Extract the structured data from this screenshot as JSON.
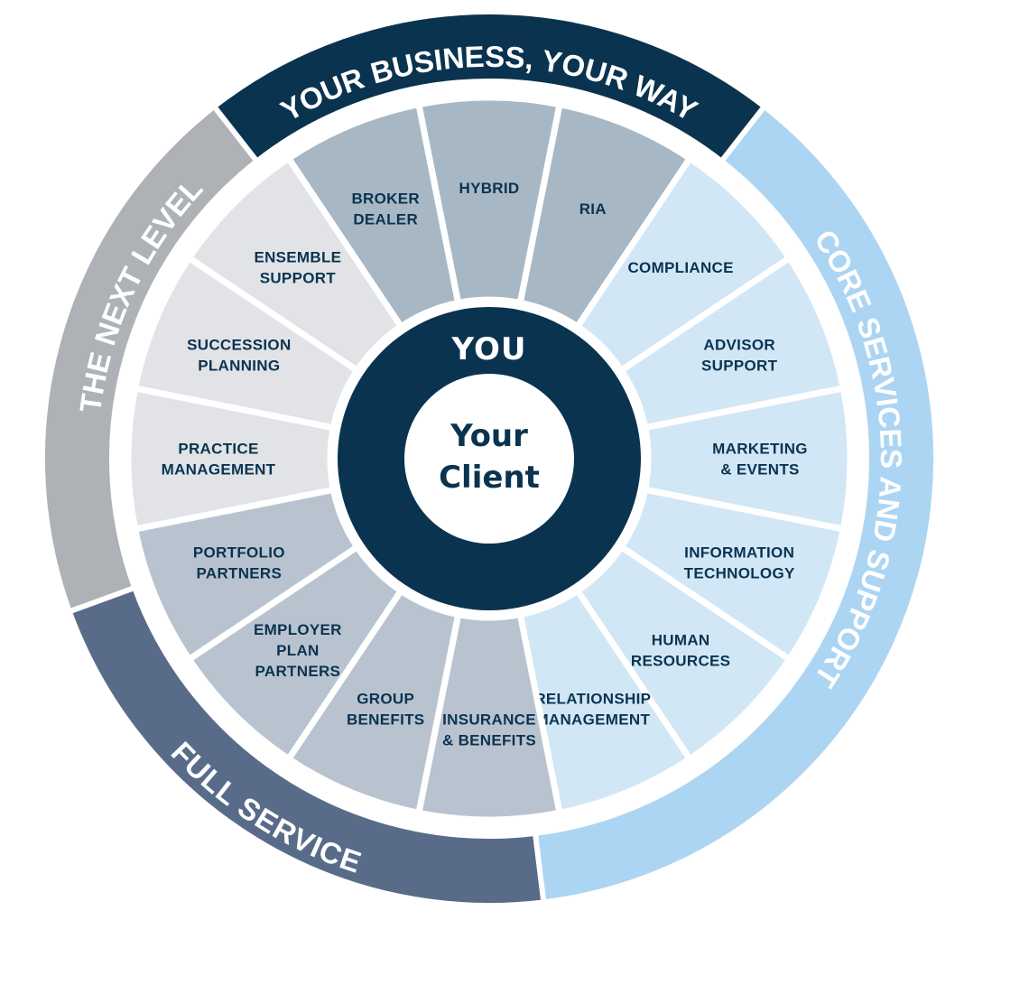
{
  "center": {
    "you": "YOU",
    "client_line1": "Your",
    "client_line2": "Client"
  },
  "arcs": {
    "top": "YOUR BUSINESS, YOUR WAY",
    "right": "CORE SERVICES AND SUPPORT",
    "bottom": "FULL SERVICE",
    "left": "THE NEXT LEVEL"
  },
  "colors": {
    "navy": "#0a3350",
    "top_seg": "#a7b8c4",
    "core_seg": "#d2e7f6",
    "core_ring": "#acd5f3",
    "full_seg": "#b9c3d0",
    "full_ring": "#586c8a",
    "next_seg": "#e1e3e6",
    "next_ring": "#aeb1b6",
    "text": "#0a3350"
  },
  "segments": [
    {
      "group": "top",
      "lines": [
        "BROKER",
        "DEALER"
      ]
    },
    {
      "group": "top",
      "lines": [
        "HYBRID"
      ]
    },
    {
      "group": "top",
      "lines": [
        "RIA"
      ]
    },
    {
      "group": "core",
      "lines": [
        "COMPLIANCE"
      ]
    },
    {
      "group": "core",
      "lines": [
        "ADVISOR",
        "SUPPORT"
      ]
    },
    {
      "group": "core",
      "lines": [
        "MARKETING",
        "& EVENTS"
      ]
    },
    {
      "group": "core",
      "lines": [
        "INFORMATION",
        "TECHNOLOGY"
      ]
    },
    {
      "group": "core",
      "lines": [
        "HUMAN",
        "RESOURCES"
      ]
    },
    {
      "group": "core",
      "lines": [
        "RELATIONSHIP",
        "MANAGEMENT"
      ]
    },
    {
      "group": "full",
      "lines": [
        "INSURANCE",
        "& BENEFITS"
      ]
    },
    {
      "group": "full",
      "lines": [
        "GROUP",
        "BENEFITS"
      ]
    },
    {
      "group": "full",
      "lines": [
        "EMPLOYER",
        "PLAN",
        "PARTNERS"
      ]
    },
    {
      "group": "full",
      "lines": [
        "PORTFOLIO",
        "PARTNERS"
      ]
    },
    {
      "group": "next",
      "lines": [
        "PRACTICE",
        "MANAGEMENT"
      ]
    },
    {
      "group": "next",
      "lines": [
        "SUCCESSION",
        "PLANNING"
      ]
    },
    {
      "group": "next",
      "lines": [
        "ENSEMBLE",
        "SUPPORT"
      ]
    }
  ]
}
